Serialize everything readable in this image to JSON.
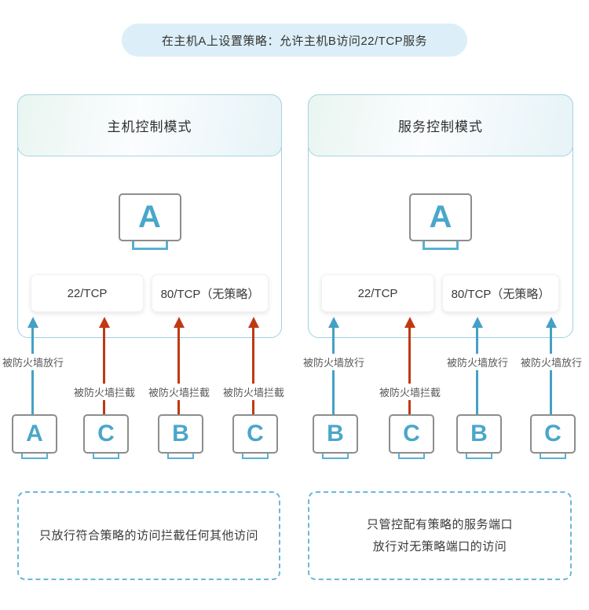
{
  "banner": {
    "text": "在主机A上设置策略：允许主机B访问22/TCP服务"
  },
  "panels": [
    {
      "title": "主机控制模式",
      "server": "A",
      "ports": [
        {
          "label": "22/TCP"
        },
        {
          "label": "80/TCP（无策略）"
        }
      ],
      "flows": [
        {
          "host": "A",
          "result": "被防火墙放行",
          "status": "allowed"
        },
        {
          "host": "C",
          "result": "被防火墙拦截",
          "status": "blocked"
        },
        {
          "host": "B",
          "result": "被防火墙拦截",
          "status": "blocked"
        },
        {
          "host": "C",
          "result": "被防火墙拦截",
          "status": "blocked"
        }
      ],
      "note_lines": [
        "只放行符合策略的访问拦截任何其他访问"
      ]
    },
    {
      "title": "服务控制模式",
      "server": "A",
      "ports": [
        {
          "label": "22/TCP"
        },
        {
          "label": "80/TCP（无策略）"
        }
      ],
      "flows": [
        {
          "host": "B",
          "result": "被防火墙放行",
          "status": "allowed"
        },
        {
          "host": "C",
          "result": "被防火墙拦截",
          "status": "blocked"
        },
        {
          "host": "B",
          "result": "被防火墙放行",
          "status": "allowed"
        },
        {
          "host": "C",
          "result": "被防火墙放行",
          "status": "allowed"
        }
      ],
      "note_lines": [
        "只管控配有策略的服务端口",
        "放行对无策略端口的访问"
      ]
    }
  ],
  "colors": {
    "allowed_arrow": "#44a1c5",
    "blocked_arrow": "#bf3a12",
    "panel_border": "#a0cfe0",
    "banner_bg": "#dceff8",
    "monitor_letter": "#4aa6cb",
    "monitor_stand": "#59b0d4",
    "note_border": "#6cb7d7"
  }
}
